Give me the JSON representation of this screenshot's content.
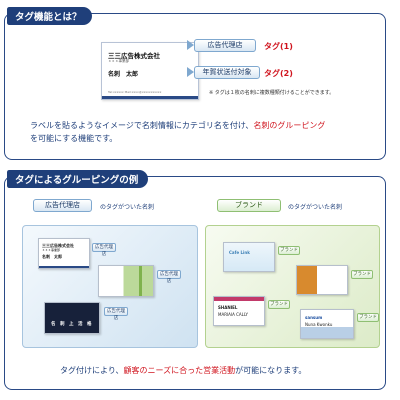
{
  "section1": {
    "title": "タグ機能とは？",
    "card": {
      "company": "三三広告株式会社",
      "dept": "ｘｘｘ事業部",
      "name": "名刺　太郎",
      "tel": "Tel:xxxxxx  Mail:xxxx@xxxxxxxxxxx"
    },
    "tag1": {
      "label": "広告代理店",
      "index": "タグ(1)"
    },
    "tag2": {
      "label": "年賀状送付対象",
      "index": "タグ(2)"
    },
    "note": "※ タグは１枚の名刺に複数種類付けることができます。",
    "desc_line1_a": "ラベルを貼るようなイメージで名刺情報にカテゴリ名を付け、",
    "desc_line1_b": "名刺のグルーピング",
    "desc_line2": "を可能にする機能です。"
  },
  "section2": {
    "title": "タグによるグルーピングの例",
    "legend_a": {
      "tag": "広告代理店",
      "text": "のタグがついた名刺"
    },
    "legend_b": {
      "tag": "ブランド",
      "text": "のタグがついた名刺"
    },
    "cards_a": [
      {
        "company": "三三広告株式会社",
        "dept": "ｘｘｘ事業部",
        "name": "名刺　太郎",
        "tag": "広告代理店"
      },
      {
        "tag": "広告代理店"
      },
      {
        "name": "名　刺　上　活　格",
        "tag": "広告代理店"
      }
    ],
    "cards_b": [
      {
        "brand": "Cafe Link",
        "tag": "ブランド"
      },
      {
        "brand": "",
        "tag": "ブランド"
      },
      {
        "company": "SHANIEL",
        "name": "MARIAIA CALLY",
        "tag": "ブランド"
      },
      {
        "company": "sansum",
        "name": "Nuna Kwonku",
        "tag": "ブランド"
      }
    ],
    "bottom_a": "タグ付けにより、",
    "bottom_b": "顧客のニーズに合った営業活動",
    "bottom_c": "が可能になります。"
  },
  "colors": {
    "navy": "#1f3f7a",
    "red": "#d0141e",
    "tag_blue": "#7fa8cf",
    "tag_green": "#8fbf73"
  },
  "icons": [
    "tag-pointer-icon"
  ]
}
